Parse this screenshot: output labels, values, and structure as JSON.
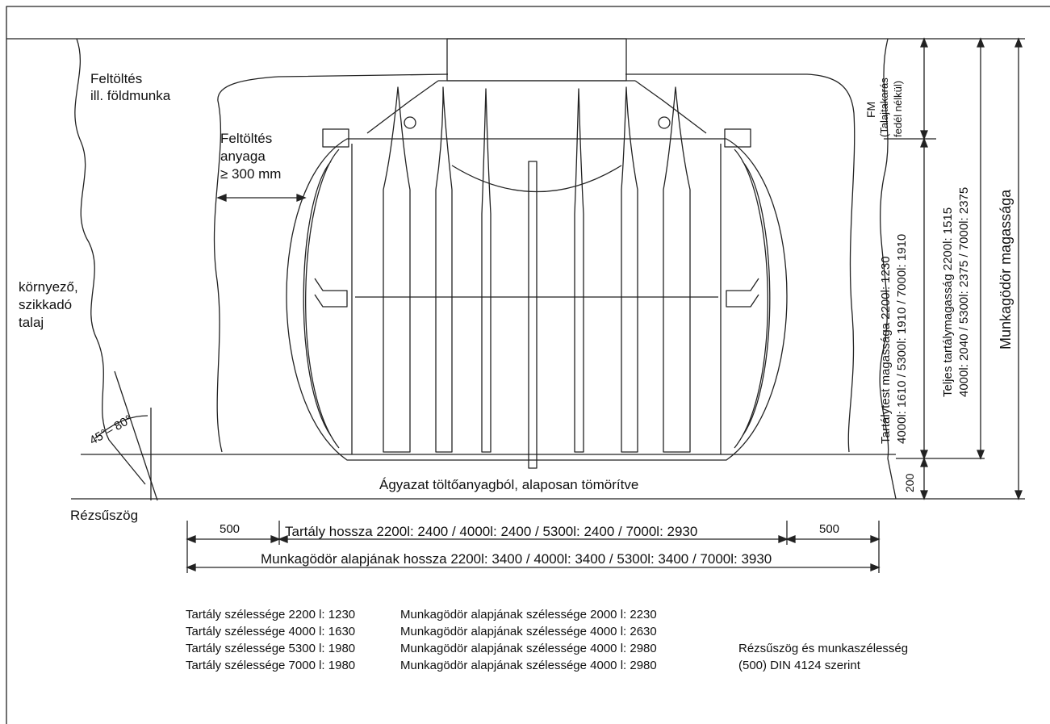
{
  "labels": {
    "fill_region": [
      "Feltöltés",
      "ill. földmunka"
    ],
    "fill_material": [
      "Feltöltés",
      "anyaga",
      "≥ 300 mm"
    ],
    "soil": [
      "környező,",
      "szikkadó",
      "talaj"
    ],
    "angle": "45°– 80°",
    "slope_angle": "Rézsűszög",
    "bedding": "Ágyazat töltőanyagból, alaposan tömörítve",
    "fm_label": "FM",
    "fm_note": [
      "(Talajtakarás",
      "fedél nélkül)"
    ],
    "body_height": [
      "Tartálytest magassága 2200l: 1230",
      "4000l: 1610 / 5300l: 1910 / 7000l: 1910"
    ],
    "total_height": [
      "Teljes tartálymagasság 2200l: 1515",
      "4000l: 2040 / 5300l: 2375 / 7000l: 2375"
    ],
    "pit_height": "Munkagödör magassága",
    "dim_200": "200",
    "dim_500_left": "500",
    "dim_500_right": "500",
    "tank_length": "Tartály hossza 2200l: 2400 / 4000l: 2400 / 5300l: 2400 / 7000l: 2930",
    "pit_length": "Munkagödör alapjának hossza 2200l: 3400 / 4000l: 3400 / 5300l: 3400 / 7000l: 3930"
  },
  "widths_table": {
    "tank": [
      "Tartály szélessége 2200 l: 1230",
      "Tartály szélessége 4000 l: 1630",
      "Tartály szélessége 5300 l: 1980",
      "Tartály szélessége 7000 l: 1980"
    ],
    "pit": [
      "Munkagödör alapjának szélessége 2000 l: 2230",
      "Munkagödör alapjának szélessége 4000 l: 2630",
      "Munkagödör alapjának szélessége 4000 l: 2980",
      "Munkagödör alapjának szélessége 4000 l: 2980"
    ]
  },
  "note": [
    "Rézsűszög és munkaszélesség",
    "(500) DIN 4124 szerint"
  ]
}
